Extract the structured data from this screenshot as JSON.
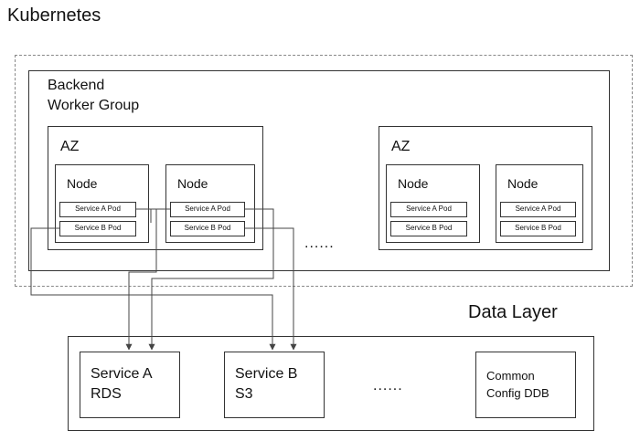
{
  "title": "Kubernetes",
  "backend": {
    "label_line1": "Backend",
    "label_line2": "Worker Group",
    "azs": [
      {
        "label": "AZ",
        "nodes": [
          {
            "label": "Node",
            "pods": [
              "Service A Pod",
              "Service B Pod"
            ]
          },
          {
            "label": "Node",
            "pods": [
              "Service A Pod",
              "Service B Pod"
            ]
          }
        ]
      },
      {
        "label": "AZ",
        "nodes": [
          {
            "label": "Node",
            "pods": [
              "Service A Pod",
              "Service B Pod"
            ]
          },
          {
            "label": "Node",
            "pods": [
              "Service A Pod",
              "Service B Pod"
            ]
          }
        ]
      }
    ],
    "ellipsis": "......"
  },
  "data_layer": {
    "label": "Data Layer",
    "services": [
      {
        "line1": "Service A",
        "line2": "RDS"
      },
      {
        "line1": "Service B",
        "line2": "S3"
      },
      {
        "line1": "Common",
        "line2": "Config DDB"
      }
    ],
    "ellipsis": "......"
  },
  "colors": {
    "line": "#333333",
    "dash": "#888888"
  }
}
